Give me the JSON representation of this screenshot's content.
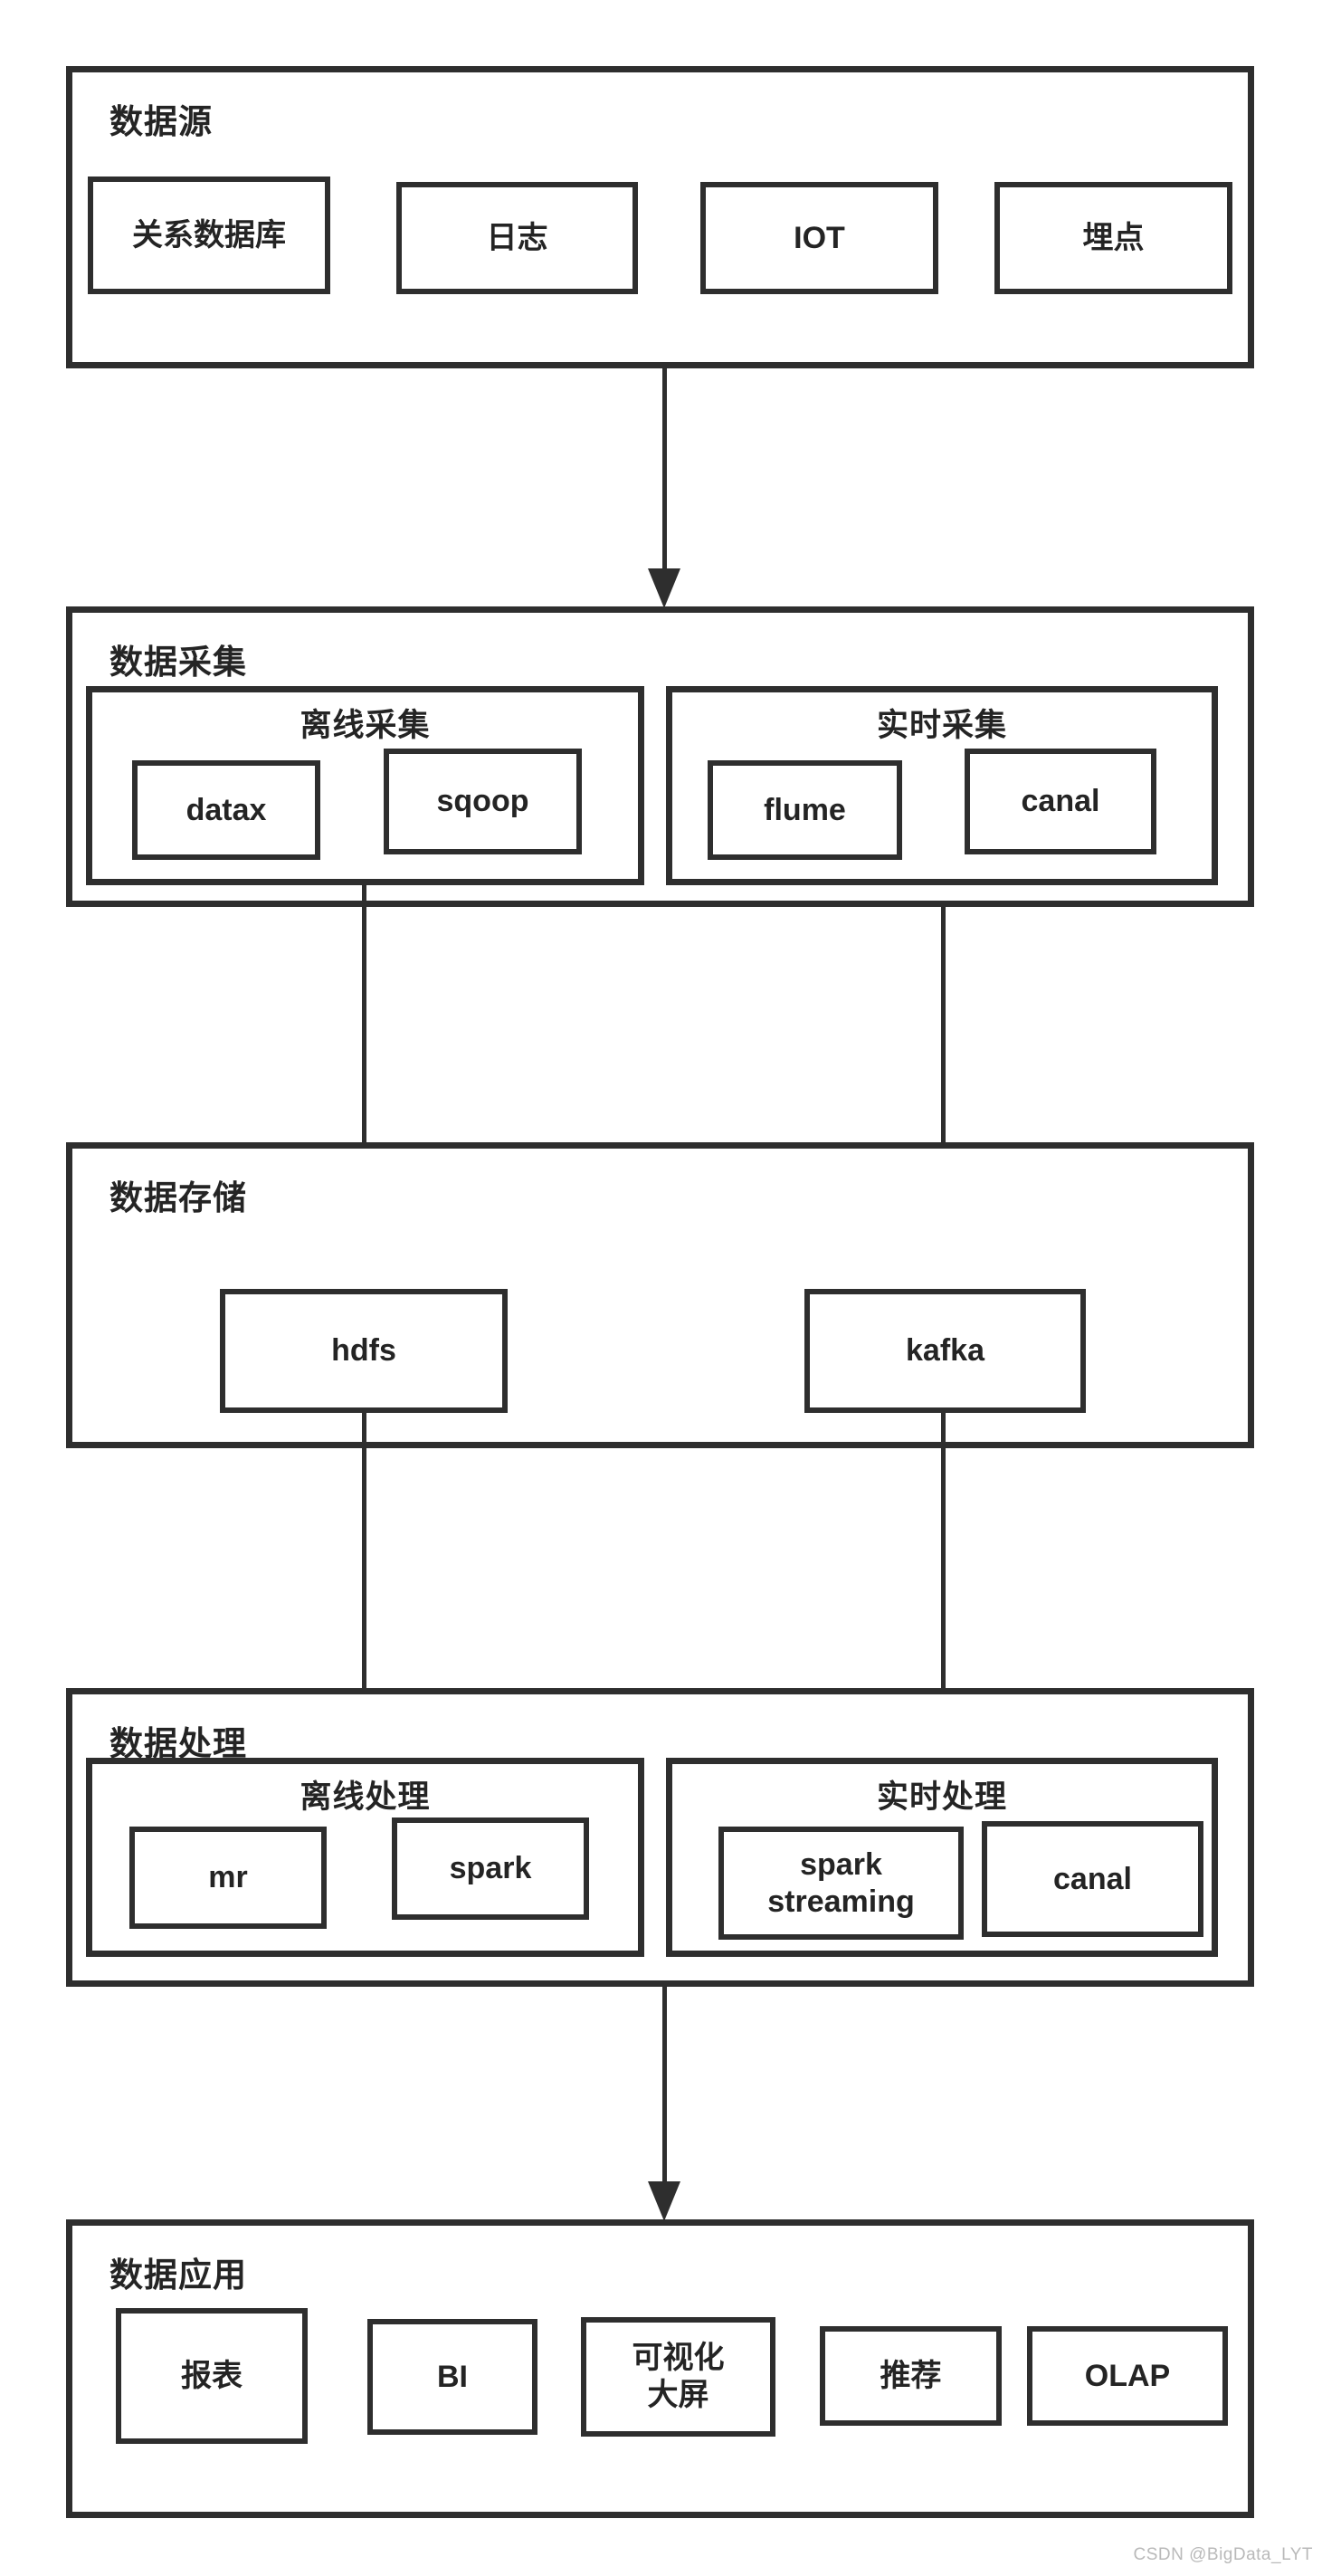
{
  "watermark": "CSDN @BigData_LYT",
  "colors": {
    "border": "#2e2e2e",
    "text": "#242424",
    "watermark_text": "#b9b9b9"
  },
  "sections": {
    "source": {
      "title": "数据源",
      "items": [
        "关系数据库",
        "日志",
        "IOT",
        "埋点"
      ]
    },
    "collection": {
      "title": "数据采集",
      "groups": [
        {
          "title": "离线采集",
          "items": [
            "datax",
            "sqoop"
          ]
        },
        {
          "title": "实时采集",
          "items": [
            "flume",
            "canal"
          ]
        }
      ]
    },
    "storage": {
      "title": "数据存储",
      "items": [
        "hdfs",
        "kafka"
      ]
    },
    "processing": {
      "title": "数据处理",
      "groups": [
        {
          "title": "离线处理",
          "items": [
            "mr",
            "spark"
          ]
        },
        {
          "title": "实时处理",
          "items": [
            "spark\nstreaming",
            "canal"
          ]
        }
      ]
    },
    "application": {
      "title": "数据应用",
      "items": [
        "报表",
        "BI",
        "可视化\n大屏",
        "推荐",
        "OLAP"
      ]
    }
  }
}
